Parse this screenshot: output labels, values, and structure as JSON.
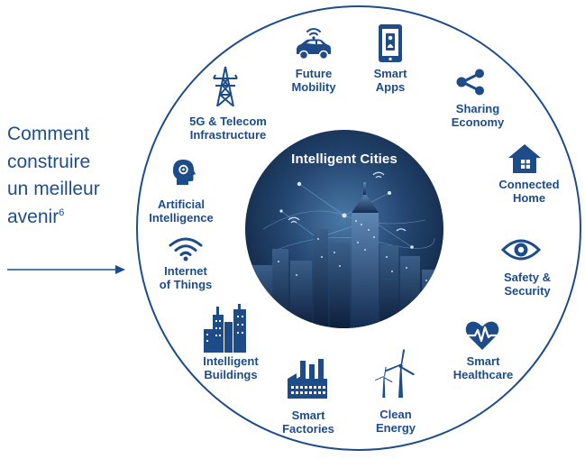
{
  "heading": {
    "line1": "Comment",
    "line2": "construire",
    "line3": "un meilleur",
    "line4": "avenir",
    "footnote": "6"
  },
  "center": {
    "title": "Intelligent Cities"
  },
  "items": {
    "future_mobility": {
      "line1": "Future",
      "line2": "Mobility"
    },
    "smart_apps": {
      "line1": "Smart",
      "line2": "Apps"
    },
    "sharing_economy": {
      "line1": "Sharing",
      "line2": "Economy"
    },
    "connected_home": {
      "line1": "Connected",
      "line2": "Home"
    },
    "safety_security": {
      "line1": "Safety &",
      "line2": "Security"
    },
    "smart_healthcare": {
      "line1": "Smart",
      "line2": "Healthcare"
    },
    "clean_energy": {
      "line1": "Clean",
      "line2": "Energy"
    },
    "smart_factories": {
      "line1": "Smart",
      "line2": "Factories"
    },
    "intelligent_buildings": {
      "line1": "Intelligent",
      "line2": "Buildings"
    },
    "internet_of_things": {
      "line1": "Internet",
      "line2": "of Things"
    },
    "artificial_intelligence": {
      "line1": "Artificial",
      "line2": "Intelligence"
    },
    "telecom_infrastructure": {
      "line1": "5G & Telecom",
      "line2": "Infrastructure"
    }
  },
  "colors": {
    "primary": "#1d4c89",
    "heading": "#1f4f8b",
    "city_dark": "#0b1a33"
  },
  "icons": [
    "car-wifi-icon",
    "smartphone-icon",
    "share-icon",
    "house-icon",
    "eye-icon",
    "heart-pulse-icon",
    "wind-turbine-icon",
    "factory-icon",
    "buildings-icon",
    "wifi-icon",
    "brain-gear-icon",
    "telecom-tower-icon"
  ]
}
